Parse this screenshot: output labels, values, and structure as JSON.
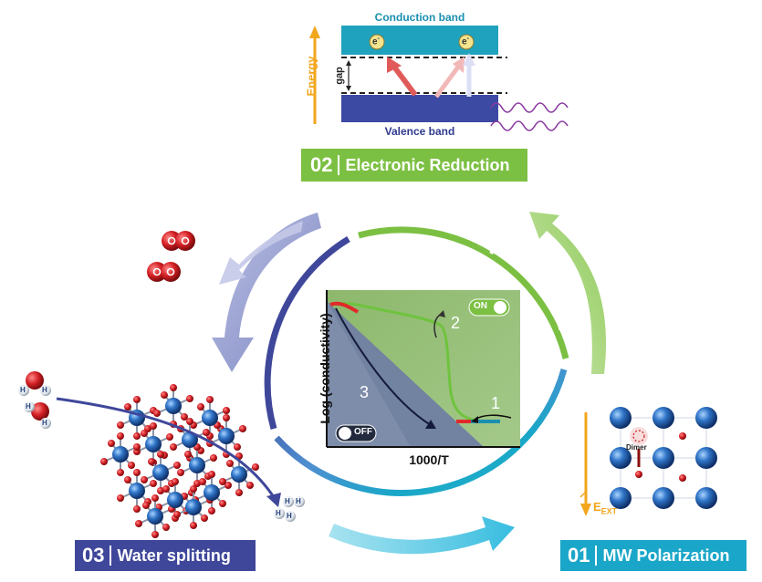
{
  "energy_diagram": {
    "conduction_band": "Conduction band",
    "valence_band": "Valence band",
    "energy_axis": "Energy",
    "gap": "gap",
    "electron": "e",
    "electron_sup": "-"
  },
  "steps": {
    "s02_num": "02",
    "s02_label": "Electronic Reduction",
    "s03_num": "03",
    "s03_label": "Water splitting",
    "s01_num": "01",
    "s01_label": "MW Polarization"
  },
  "plot": {
    "ylabel": "Log (conductivity)",
    "xlabel": "1000/T",
    "on_label": "ON",
    "off_label": "OFF",
    "path_1": "1",
    "path_2": "2",
    "path_3": "3"
  },
  "polarization": {
    "dimer": "Dimer",
    "field_main": "E",
    "field_sub": "EXT"
  },
  "molecules": {
    "hydrogen": "H"
  },
  "colors": {
    "green": "#7cc043",
    "navy": "#3f479a",
    "teal": "#1aa6c8",
    "orange": "#f2a61c",
    "conduction": "#1fa2bd",
    "valence": "#3c4aa4"
  }
}
